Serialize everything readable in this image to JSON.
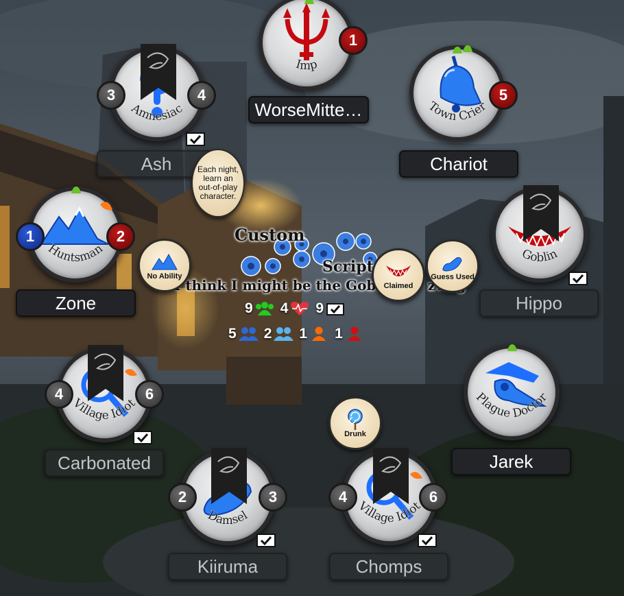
{
  "colors": {
    "good_blue": "#1f6fff",
    "evil_red": "#c40a10",
    "alive_green": "#22cc22",
    "heart_red": "#e0353d",
    "townsfolk_blue": "#2d68d8",
    "outsider_lightblue": "#5ab4ef",
    "minion_orange": "#ff6a00",
    "demon_red": "#d20f0f"
  },
  "players": [
    {
      "role": "Imp",
      "name": "WorseMitte…",
      "badge": "1",
      "icon": "trident-icon"
    },
    {
      "role": "Town Crier",
      "name": "Chariot",
      "badge": "5",
      "icon": "bell-icon"
    },
    {
      "role": "Goblin",
      "name": "Hippo",
      "icon": "goblin-grin-icon"
    },
    {
      "role": "Plague Doctor",
      "name": "Jarek",
      "icon": "plague-mask-icon"
    },
    {
      "role": "Village Idiot",
      "name": "Chomps",
      "badge_left": "4",
      "badge_right": "6",
      "icon": "magnifier-icon"
    },
    {
      "role": "Damsel",
      "name": "Kiiruma",
      "badge_left": "2",
      "badge_right": "3",
      "icon": "slipper-icon"
    },
    {
      "role": "Village Idiot",
      "name": "Carbonated",
      "badge_left": "4",
      "badge_right": "6",
      "icon": "magnifier-icon"
    },
    {
      "role": "Huntsman",
      "name": "Zone",
      "badge_left": "1",
      "badge_right": "2",
      "icon": "mountain-icon"
    },
    {
      "role": "Amnesiac",
      "name": "Ash",
      "badge_left": "3",
      "badge_right": "4",
      "icon": "question-icon"
    }
  ],
  "reminders": {
    "no_ability": "No Ability",
    "claimed": "Claimed",
    "guess_used": "Guess Used",
    "drunk": "Drunk"
  },
  "tooltip": "Each night, learn an out-of-play character.",
  "center": {
    "title_line1": "Custom",
    "title_line2": "Script",
    "subtitle": "I think I might be the Goblin",
    "subtitle_left": "I think I might be the Goblin",
    "subtitle_right": "zwag",
    "alive": "9",
    "lives": "4",
    "votes": "9",
    "townsfolk": "5",
    "outsiders": "2",
    "minions": "1",
    "demons": "1"
  }
}
